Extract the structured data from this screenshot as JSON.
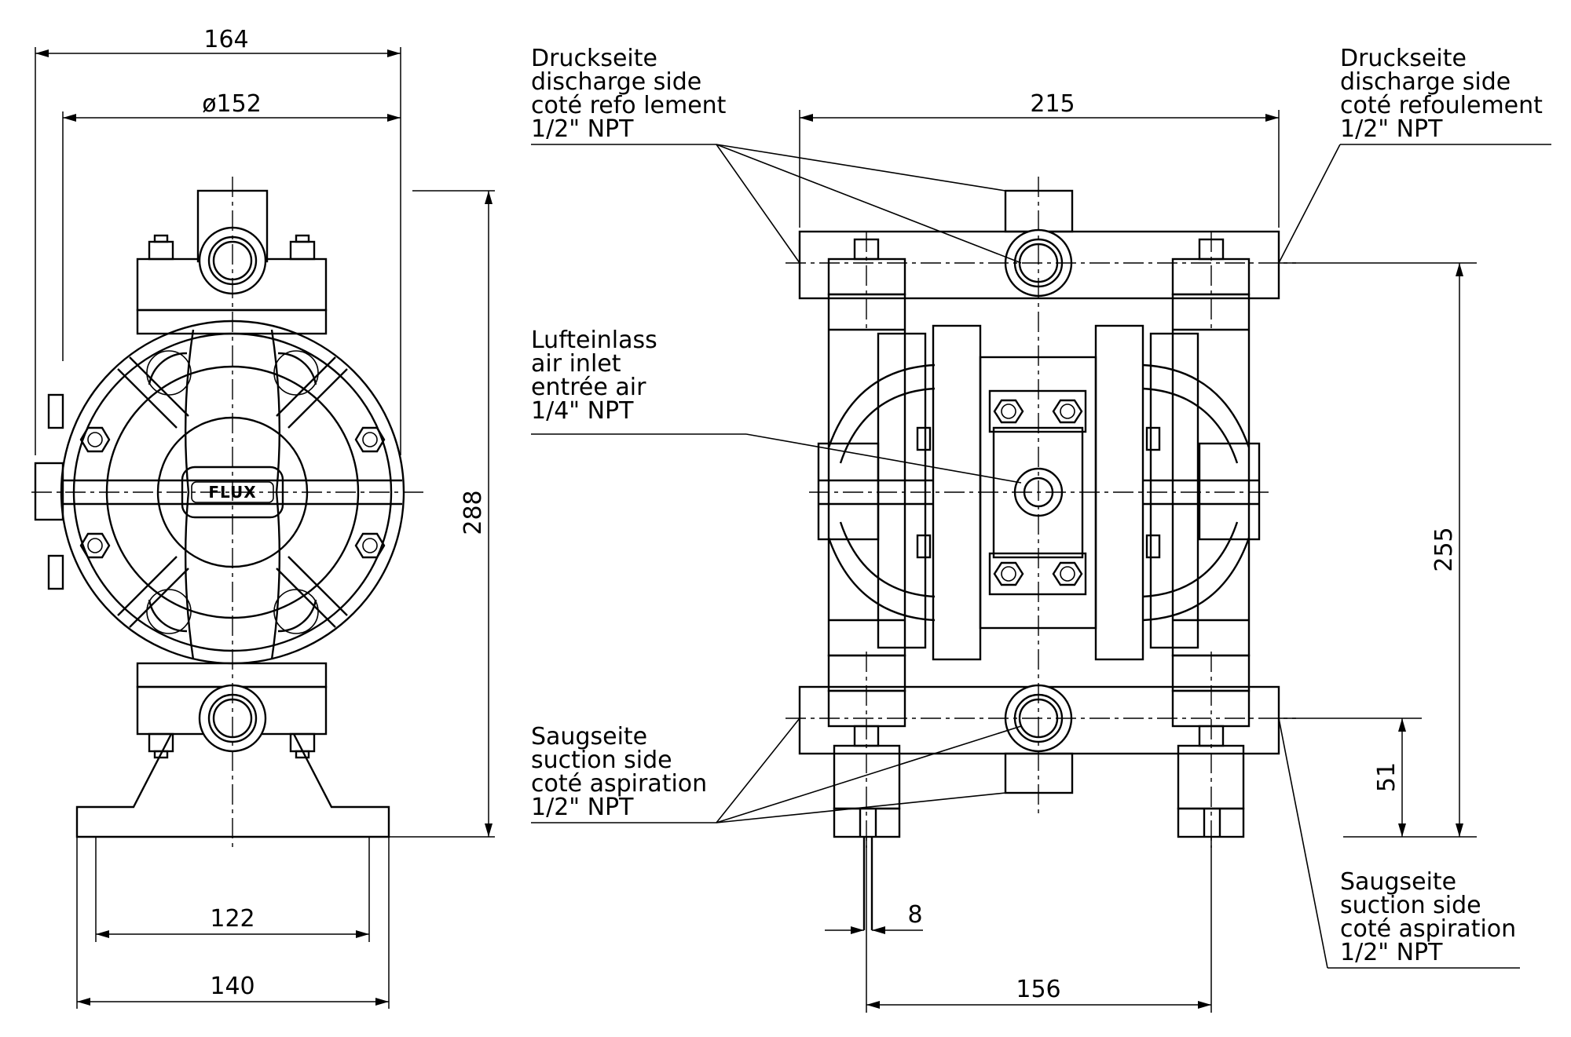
{
  "front_view": {
    "dim_width_top": "164",
    "dim_diameter": "ø152",
    "dim_height": "288",
    "dim_foot_inner": "122",
    "dim_foot_outer": "140",
    "logo_text": "FLUX"
  },
  "side_view": {
    "dim_width": "215",
    "dim_height": "255",
    "dim_port_height": "51",
    "dim_leg": "8",
    "dim_base": "156"
  },
  "labels": {
    "discharge_left": [
      "Druckseite",
      "discharge side",
      "coté refo lement",
      "1/2\" NPT"
    ],
    "discharge_right": [
      "Druckseite",
      "discharge side",
      "coté refoulement",
      "1/2\" NPT"
    ],
    "air_inlet": [
      "Lufteinlass",
      "air inlet",
      "entrée air",
      "1/4\" NPT"
    ],
    "suction_left": [
      "Saugseite",
      "suction side",
      "coté aspiration",
      "1/2\"   NPT"
    ],
    "suction_right": [
      "Saugseite",
      "suction side",
      "coté aspiration",
      "1/2\"   NPT"
    ]
  }
}
